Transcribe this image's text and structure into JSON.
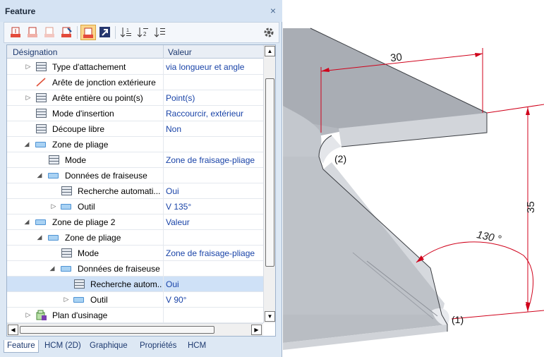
{
  "panel": {
    "title": "Feature",
    "close_glyph": "×"
  },
  "toolbar": {
    "icons": [
      "feature-add-icon",
      "feature-remove-icon",
      "feature-move-icon",
      "feature-edit-icon",
      "feature-active-icon",
      "arrow-jump-icon",
      "sort-1-icon",
      "sort-2-icon",
      "sort-list-icon",
      "settings-icon"
    ]
  },
  "grid": {
    "header_name": "Désignation",
    "header_value": "Valeur",
    "rows": [
      {
        "name": "Type d'attachement",
        "value": "via longueur et angle"
      },
      {
        "name": "Arête de jonction extérieure",
        "value": ""
      },
      {
        "name": "Arête entière ou point(s)",
        "value": "Point(s)"
      },
      {
        "name": "Mode d'insertion",
        "value": "Raccourcir, extérieur"
      },
      {
        "name": "Découpe libre",
        "value": "Non"
      },
      {
        "name": "Zone de pliage",
        "value": ""
      },
      {
        "name": "Mode",
        "value": "Zone de fraisage-pliage"
      },
      {
        "name": "Données de fraiseuse",
        "value": ""
      },
      {
        "name": "Recherche automati...",
        "value": "Oui"
      },
      {
        "name": "Outil",
        "value": "V 135°"
      },
      {
        "name": "Zone de pliage 2",
        "value": "Valeur"
      },
      {
        "name": "Zone de pliage",
        "value": ""
      },
      {
        "name": "Mode",
        "value": "Zone de fraisage-pliage"
      },
      {
        "name": "Données de fraiseuse",
        "value": ""
      },
      {
        "name": "Recherche autom...",
        "value": "Oui"
      },
      {
        "name": "Outil",
        "value": "V 90°"
      },
      {
        "name": "Plan d'usinage",
        "value": ""
      }
    ]
  },
  "tabs": [
    "Feature",
    "HCM (2D)",
    "Graphique",
    "Propriétés",
    "HCM"
  ],
  "drawing": {
    "dim_top": "30",
    "dim_right": "35",
    "dim_angle": "130 °",
    "label_1": "(1)",
    "label_2": "(2)"
  },
  "colors": {
    "dimension": "#d0021b",
    "panel_bg": "#dde8f4",
    "value_text": "#1a44a8",
    "selected_row": "#cfe1f7",
    "active_tool": "#fbd58a"
  }
}
